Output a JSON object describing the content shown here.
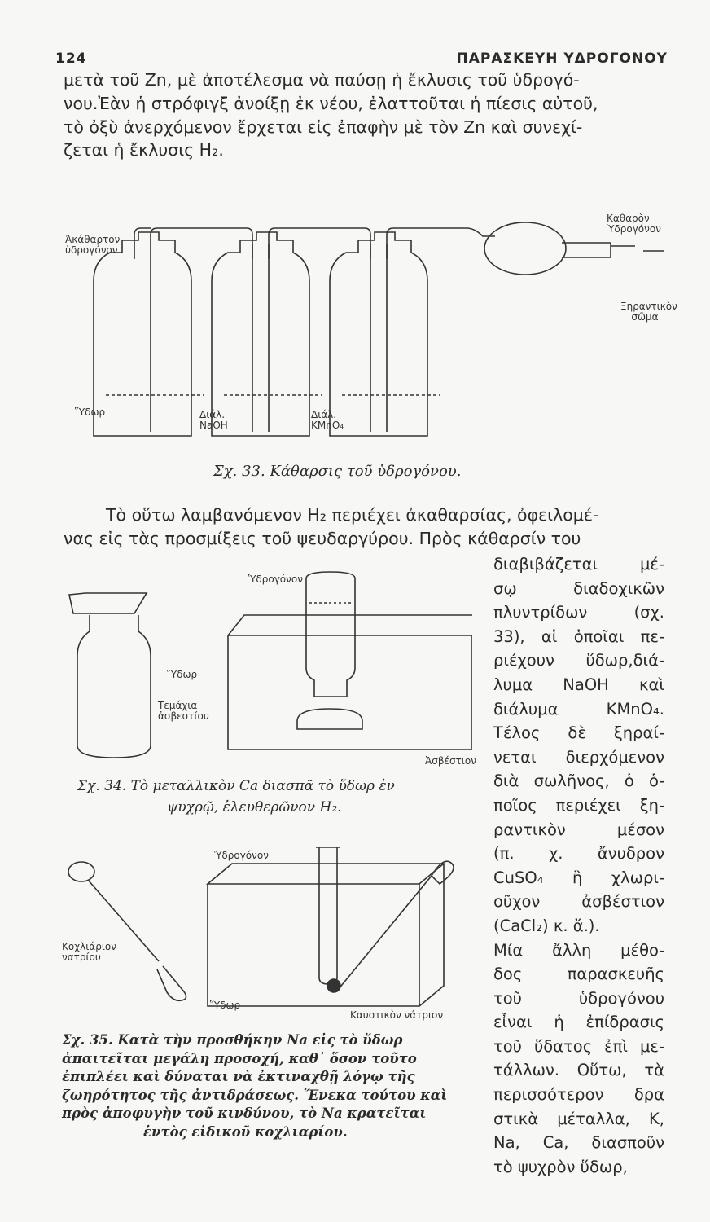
{
  "header": {
    "page_number": "124",
    "running_title": "ΠΑΡΑΣΚΕΥΗ ΥΔΡΟΓΟΝΟΥ"
  },
  "intro_lines": [
    "μετὰ τοῦ Zn, μὲ ἀποτέλεσμα νὰ παύσῃ ἡ ἔκλυσις τοῦ ὑδρογό-",
    "νου.Ἐὰν ἡ στρόφιγξ ἀνοίξῃ ἐκ νέου, ἐλαττοῦται ἡ πίεσις αὐτοῦ,",
    "τὸ ὀξὺ ἀνερχόμενον ἔρχεται εἰς ἐπαφὴν μὲ τὸν Zn  καὶ συνεχί-",
    "ζεται ἡ ἔκλυσις H₂."
  ],
  "fig33": {
    "labels": {
      "impure": "Ἀκάθαρτον ὑδρογόνον",
      "pure": "Καθαρὸν Ὑδρογόνον",
      "drying": "Ξηραντικὸν σῶμα",
      "water": "Ὕδωρ",
      "naoh": "Διάλ. NaOH",
      "kmno4": "Διάλ. KMnO₄"
    },
    "caption": "Σχ. 33. Κάθαρσις τοῦ ὑδρογόνου."
  },
  "para2_lines": [
    "Τὸ οὕτω λαμβανόμενον H₂ περιέχει ἀκαθαρσίας, ὀφειλομέ-",
    "νας εἰς τὰς προσμίξεις  τοῦ ψευδαργύρου.  Πρὸς  κάθαρσίν του"
  ],
  "column_lines": [
    "διαβιβάζεται μέ-",
    "σῳ διαδοχικῶν",
    "πλυντρίδων (σχ.",
    "33), αἱ ὁποῖαι πε-",
    "ριέχουν ὕδωρ,διά-",
    "λυμα NaOH καὶ",
    "διάλυμα KMnO₄.",
    "Τέλος δὲ ξηραί-",
    "νεται διερχόμενον",
    "διὰ σωλῆνος, ὁ ὁ-",
    "ποῖος περιέχει ξη-",
    "ραντικὸν μέσον",
    "(π. χ. ἄνυδρον",
    "CuSO₄ ἢ χλωρι-",
    "οῦχον ἀσβέστιον",
    "(CaCl₂) κ. ἄ.).",
    "  Μία ἄλλη μέθο-",
    "δος παρασκευῆς",
    "τοῦ ὑδρογόνου",
    "εἶναι ἡ ἐπίδρασις",
    "τοῦ ὕδατος ἐπὶ με-",
    "τάλλων. Οὕτω, τὰ",
    "περισσότερον δρα",
    "στικὰ μέταλλα, K,",
    "Na, Ca, διασποῦν",
    "τὸ ψυχρὸν ὕδωρ,"
  ],
  "fig34": {
    "labels": {
      "hydrogen": "Ὑδρογόνον",
      "water": "Ὕδωρ",
      "pieces": "Τεμάχια ἀσβεστίου",
      "calcium": "Ἀσβέστιον"
    },
    "caption_lines": [
      "Σχ. 34. Τὸ μεταλλικὸν Ca διασπᾶ τὸ ὕδωρ ἐν",
      "ψυχρῷ, ἐλευθερῶνον H₂."
    ]
  },
  "fig35": {
    "labels": {
      "hydrogen": "Ὑδρογόνον",
      "spoon": "Κοχλιάριον νατρίου",
      "water": "Ὕδωρ",
      "sodium": "Καυστικὸν νάτριον"
    },
    "caption_lines": [
      "Σχ. 35. Κατὰ τὴν προσθήκην Na  εἰς τὸ ὕδωρ",
      "ἀπαιτεῖται  μεγάλη  προσοχή, καθ᾽ ὅσον τοῦτο",
      "ἐπιπλέει  καὶ δύναται  νὰ  ἐκτιναχθῇ λόγῳ τῆς",
      "ζωηρότητος τῆς ἀντιδράσεως. Ἕνεκα τούτου καὶ",
      "πρὸς ἀποφυγὴν  τοῦ κινδύνου, τὸ Na κρατεῖται",
      "ἐντὸς εἰδικοῦ κοχλιαρίου."
    ]
  }
}
